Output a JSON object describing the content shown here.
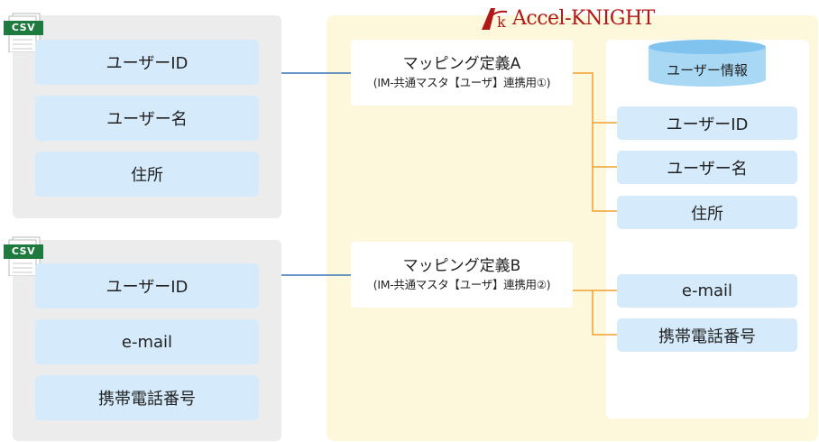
{
  "logo": {
    "text": "Accel-KNIGHT",
    "mark": "k"
  },
  "csv_sources": [
    {
      "icon_label": "CSV",
      "fields": [
        "ユーザーID",
        "ユーザー名",
        "住所"
      ]
    },
    {
      "icon_label": "CSV",
      "fields": [
        "ユーザーID",
        "e-mail",
        "携帯電話番号"
      ]
    }
  ],
  "mappings": [
    {
      "title": "マッピング定義A",
      "subtitle": "(IM-共通マスタ【ユーザ】連携用①)"
    },
    {
      "title": "マッピング定義B",
      "subtitle": "(IM-共通マスタ【ユーザ】連携用②)"
    }
  ],
  "target": {
    "database_label": "ユーザー情報",
    "fields_a": [
      "ユーザーID",
      "ユーザー名",
      "住所"
    ],
    "fields_b": [
      "e-mail",
      "携帯電話番号"
    ]
  },
  "colors": {
    "connector_blue": "#3a74b8",
    "connector_orange": "#f0a030",
    "field_fill": "#d5ebfb",
    "db_fill": "#a9d8f5",
    "logo_red": "#b01818"
  }
}
